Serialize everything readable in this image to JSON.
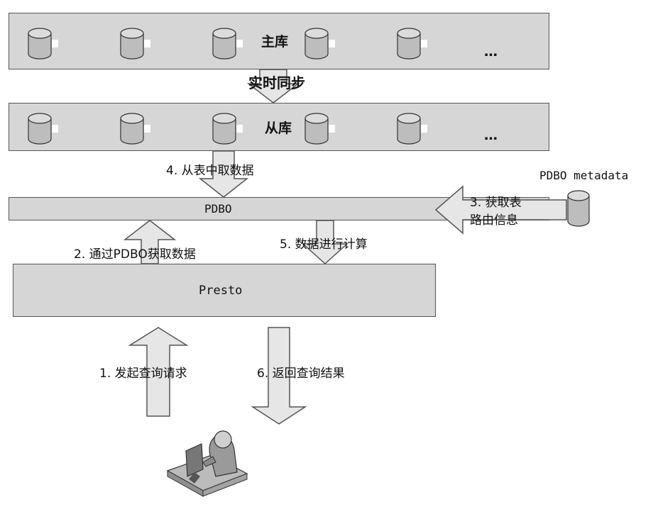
{
  "colors": {
    "box_fill": "#d6d6d6",
    "arrow_fill": "#e6e6e6",
    "stroke": "#555555"
  },
  "master": {
    "label": "主库",
    "ellipsis": "…"
  },
  "sync": {
    "label": "实时同步"
  },
  "slave": {
    "label": "从库",
    "ellipsis": "…"
  },
  "pdbo": {
    "label": "PDBO"
  },
  "presto": {
    "label": "Presto"
  },
  "metadata": {
    "label": "PDBO metadata"
  },
  "steps": {
    "s1": "1. 发起查询请求",
    "s2": "2. 通过PDBO获取数据",
    "s3_line1": "3. 获取表",
    "s3_line2": "路由信息",
    "s4": "4. 从表中取数据",
    "s5": "5. 数据进行计算",
    "s6": "6. 返回查询结果"
  },
  "icons": {
    "database": "database-cylinder-icon",
    "user": "user-at-computer-icon"
  }
}
